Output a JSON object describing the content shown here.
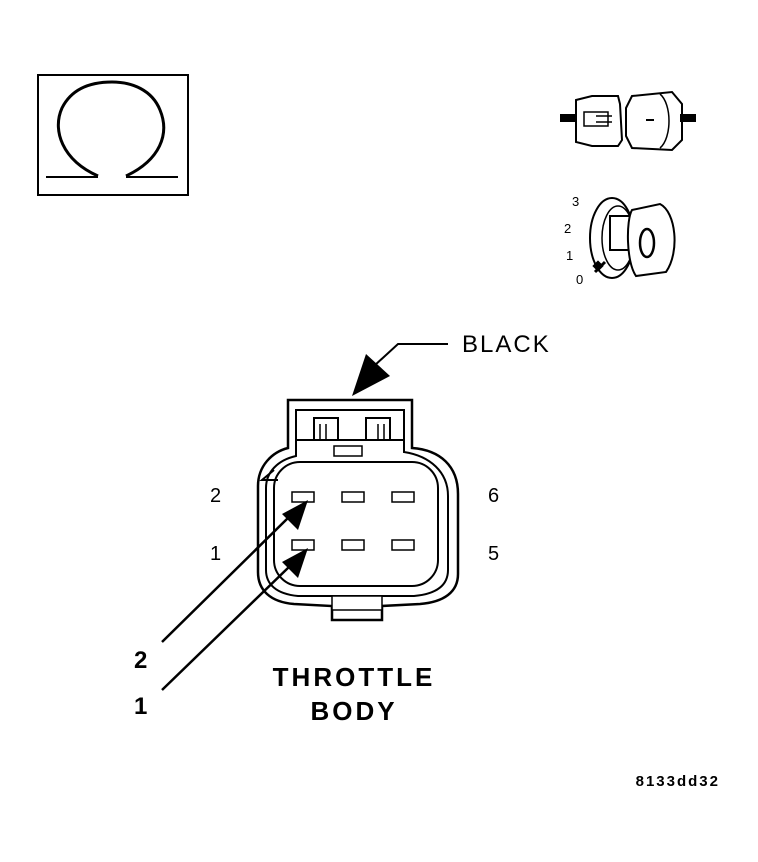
{
  "ohmmeter": {
    "symbol": "Ω",
    "icon": "ohmmeter-icon"
  },
  "disconnect_icon": "connector-disconnect-icon",
  "ignition": {
    "icon": "ignition-key-off-icon",
    "positions": [
      "3",
      "2",
      "1",
      "0"
    ]
  },
  "connector": {
    "color_label": "BLACK",
    "pin_labels": {
      "top_left": "2",
      "bottom_left": "1",
      "top_right": "6",
      "bottom_right": "5"
    },
    "name_line1": "THROTTLE",
    "name_line2": "BODY"
  },
  "callouts": [
    "2",
    "1"
  ],
  "figure_code": "8133dd32"
}
